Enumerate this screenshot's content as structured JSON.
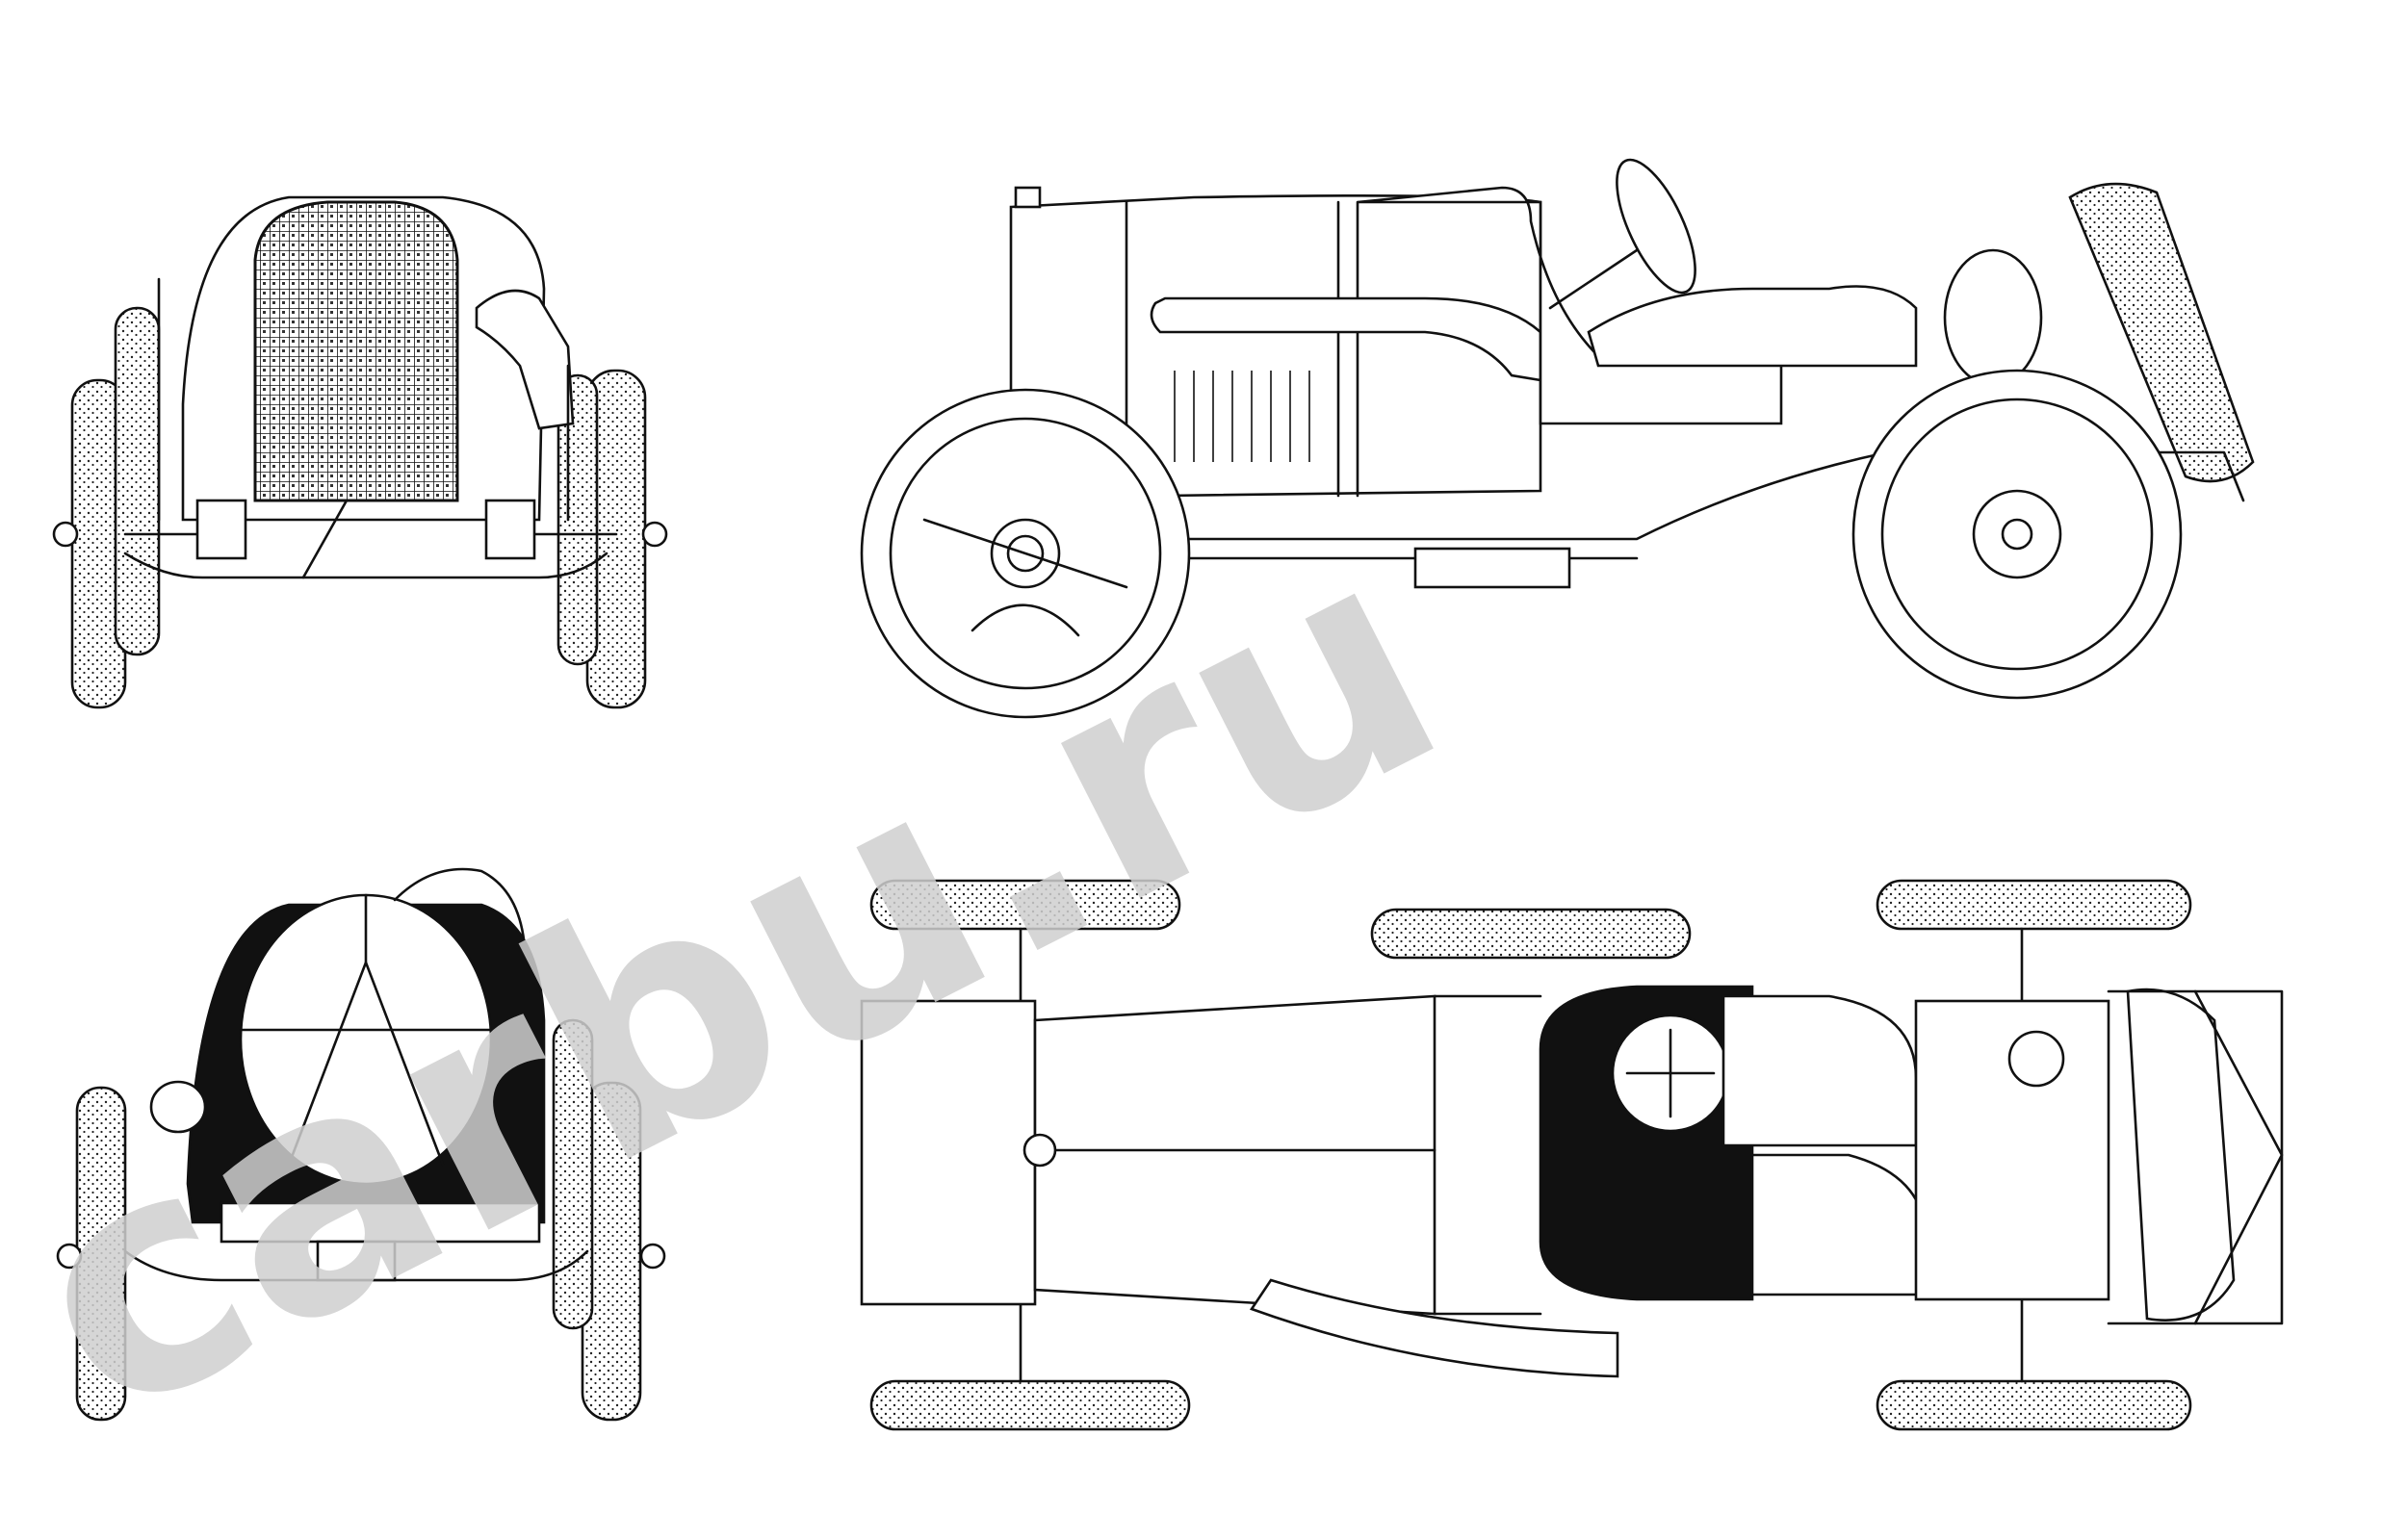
{
  "watermark": {
    "text": "carbu.ru",
    "color": "#cfcfcf"
  },
  "views": [
    {
      "name": "front",
      "icon": "car-front-view"
    },
    {
      "name": "side",
      "icon": "car-side-view"
    },
    {
      "name": "rear",
      "icon": "car-rear-view"
    },
    {
      "name": "top",
      "icon": "car-top-view"
    }
  ],
  "colors": {
    "line": "#111111",
    "background": "#ffffff",
    "watermark": "#cfcfcf"
  }
}
